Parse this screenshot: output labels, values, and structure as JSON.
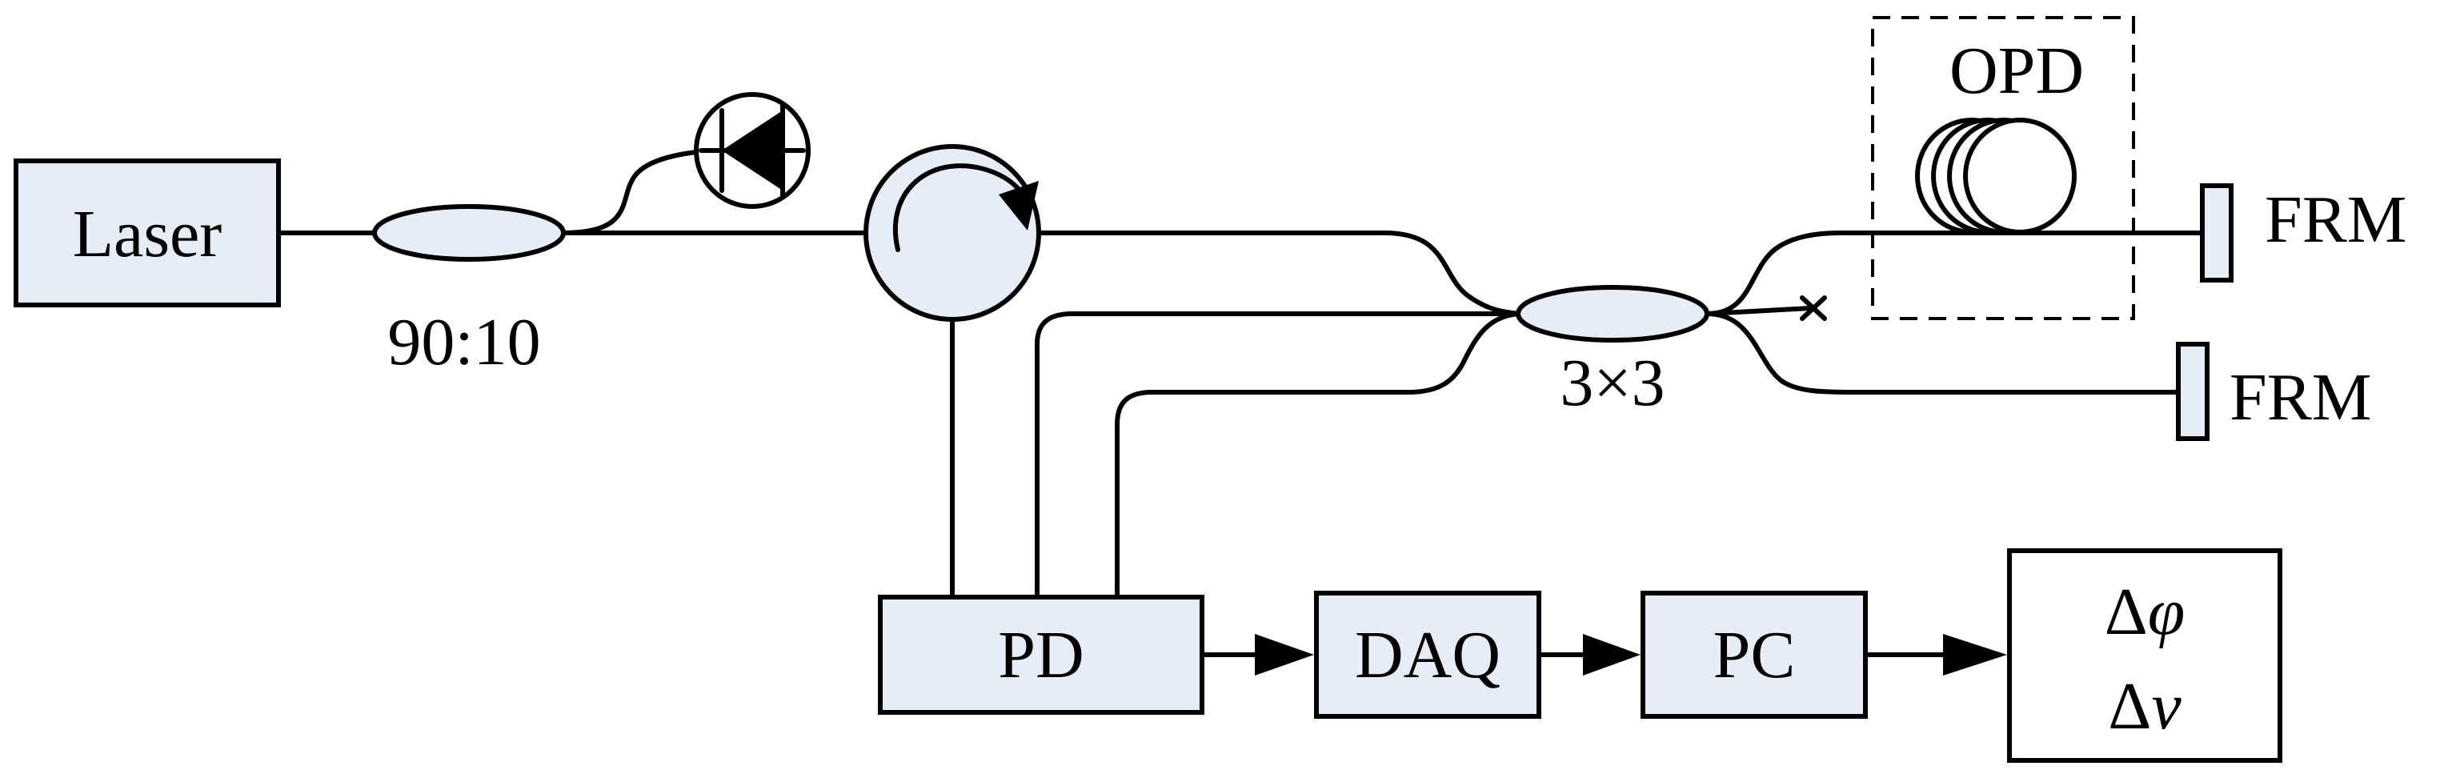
{
  "components": {
    "laser": "Laser",
    "coupler_ratio": "90:10",
    "coupler_3x3": "3×3",
    "opd": "OPD",
    "frm_top": "FRM",
    "frm_bottom": "FRM",
    "pd": "PD",
    "daq": "DAQ",
    "pc": "PC"
  },
  "output": {
    "phase_delta": "Δ",
    "phase_symbol": "φ",
    "freq_delta": "Δ",
    "freq_symbol": "v"
  },
  "colors": {
    "box_fill": "#e6edf7",
    "stroke": "#000000"
  },
  "icons": {
    "photodiode": "photodiode-icon",
    "circulator": "circulator-icon",
    "fiber_coil": "fiber-coil-icon",
    "terminated_end": "cross-icon"
  }
}
